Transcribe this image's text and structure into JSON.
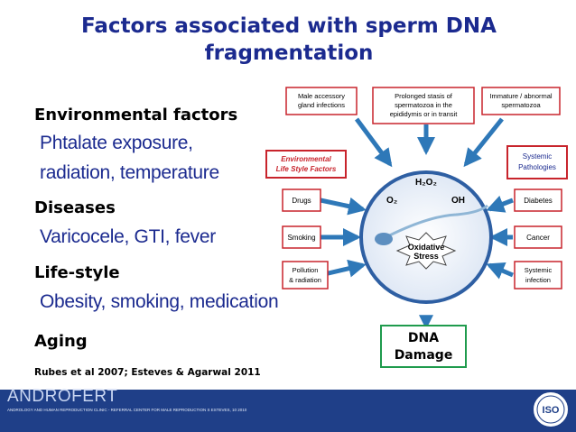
{
  "slide": {
    "title_line1": "Factors associated with sperm DNA",
    "title_line2": "fragmentation",
    "env_heading": "Environmental factors",
    "env_detail1": "Phtalate exposure,",
    "env_detail2": "radiation, temperature",
    "dis_heading": "Diseases",
    "dis_detail": "Varicocele, GTI, fever",
    "life_heading": "Life-style",
    "life_detail": "Obesity, smoking, medication",
    "aging_heading": "Aging",
    "reference": "Rubes et al 2007; Esteves & Agarwal 2011"
  },
  "diagram": {
    "top_boxes": [
      {
        "line1": "Male accessory",
        "line2": "gland infections",
        "line3": ""
      },
      {
        "line1": "Prolonged stasis of",
        "line2": "spermatozoa in the",
        "line3": "epididymis or in transit"
      },
      {
        "line1": "Immature / abnormal",
        "line2": "spermatozoa",
        "line3": ""
      }
    ],
    "env_group": {
      "line1": "Environmental",
      "line2": "Life Style Factors"
    },
    "env_items": [
      {
        "line1": "Drugs",
        "line2": ""
      },
      {
        "line1": "Smoking",
        "line2": ""
      },
      {
        "line1": "Pollution",
        "line2": "& radiation"
      }
    ],
    "sys_group": {
      "line1": "Systemic",
      "line2": "Pathologies"
    },
    "sys_items": [
      {
        "line1": "Diabetes",
        "line2": ""
      },
      {
        "line1": "Cancer",
        "line2": ""
      },
      {
        "line1": "Systemic",
        "line2": "infection"
      }
    ],
    "center": {
      "h2o2": "H₂O₂",
      "o2": "O₂",
      "oh": "OH",
      "stress1": "Oxidative",
      "stress2": "Stress"
    },
    "dna_line1": "DNA",
    "dna_line2": "Damage",
    "colors": {
      "box_border": "#c8242c",
      "arrow": "#2e78b8",
      "center_ring": "#2e5fa3"
    }
  },
  "footer": {
    "brand": "ANDROFERT",
    "small_text": "ANDROLOGY AND HUMAN REPRODUCTION CLINIC - REFERRAL CENTER FOR MALE REPRODUCTION S ESTEVES, 10 2010",
    "logo_label": "ISO"
  }
}
